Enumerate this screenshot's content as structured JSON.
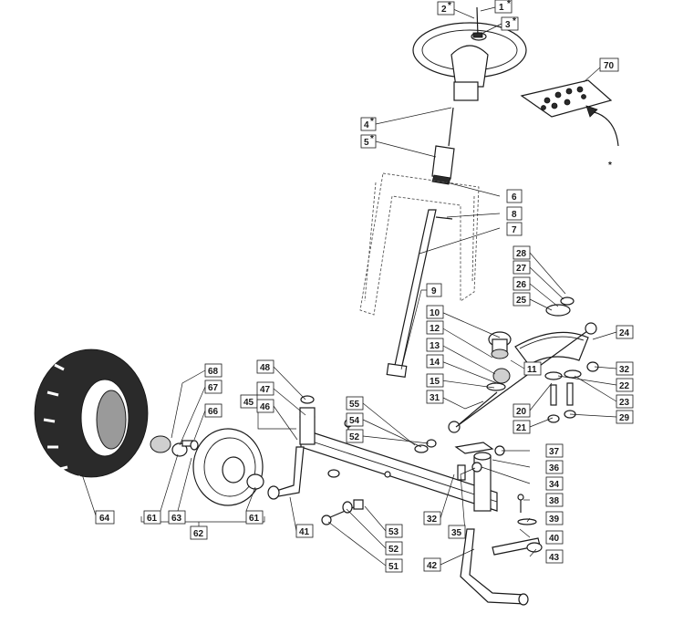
{
  "labels": [
    {
      "id": "1",
      "text": "1",
      "star": true
    },
    {
      "id": "2",
      "text": "2",
      "star": true
    },
    {
      "id": "3",
      "text": "3",
      "star": true
    },
    {
      "id": "4",
      "text": "4",
      "star": true
    },
    {
      "id": "5",
      "text": "5",
      "star": true
    },
    {
      "id": "6",
      "text": "6",
      "star": false
    },
    {
      "id": "7",
      "text": "7",
      "star": false
    },
    {
      "id": "8",
      "text": "8",
      "star": false
    },
    {
      "id": "9",
      "text": "9",
      "star": false
    },
    {
      "id": "10",
      "text": "10",
      "star": false
    },
    {
      "id": "11",
      "text": "11",
      "star": false
    },
    {
      "id": "12",
      "text": "12",
      "star": false
    },
    {
      "id": "13",
      "text": "13",
      "star": false
    },
    {
      "id": "14",
      "text": "14",
      "star": false
    },
    {
      "id": "15",
      "text": "15",
      "star": false
    },
    {
      "id": "20",
      "text": "20",
      "star": false
    },
    {
      "id": "21",
      "text": "21",
      "star": false
    },
    {
      "id": "22",
      "text": "22",
      "star": false
    },
    {
      "id": "23",
      "text": "23",
      "star": false
    },
    {
      "id": "24",
      "text": "24",
      "star": false
    },
    {
      "id": "25",
      "text": "25",
      "star": false
    },
    {
      "id": "26",
      "text": "26",
      "star": false
    },
    {
      "id": "27",
      "text": "27",
      "star": false
    },
    {
      "id": "28",
      "text": "28",
      "star": false
    },
    {
      "id": "29",
      "text": "29",
      "star": false
    },
    {
      "id": "31",
      "text": "31",
      "star": false
    },
    {
      "id": "32a",
      "text": "32",
      "star": false
    },
    {
      "id": "32b",
      "text": "32",
      "star": false
    },
    {
      "id": "34",
      "text": "34",
      "star": false
    },
    {
      "id": "35",
      "text": "35",
      "star": false
    },
    {
      "id": "36",
      "text": "36",
      "star": false
    },
    {
      "id": "37",
      "text": "37",
      "star": false
    },
    {
      "id": "38",
      "text": "38",
      "star": false
    },
    {
      "id": "39",
      "text": "39",
      "star": false
    },
    {
      "id": "40",
      "text": "40",
      "star": false
    },
    {
      "id": "41",
      "text": "41",
      "star": false
    },
    {
      "id": "42",
      "text": "42",
      "star": false
    },
    {
      "id": "43",
      "text": "43",
      "star": false
    },
    {
      "id": "45",
      "text": "45",
      "star": false
    },
    {
      "id": "46",
      "text": "46",
      "star": false
    },
    {
      "id": "47",
      "text": "47",
      "star": false
    },
    {
      "id": "48",
      "text": "48",
      "star": false
    },
    {
      "id": "51",
      "text": "51",
      "star": false
    },
    {
      "id": "52a",
      "text": "52",
      "star": false
    },
    {
      "id": "52b",
      "text": "52",
      "star": false
    },
    {
      "id": "53",
      "text": "53",
      "star": false
    },
    {
      "id": "54",
      "text": "54",
      "star": false
    },
    {
      "id": "55",
      "text": "55",
      "star": false
    },
    {
      "id": "61a",
      "text": "61",
      "star": false
    },
    {
      "id": "61b",
      "text": "61",
      "star": false
    },
    {
      "id": "62",
      "text": "62",
      "star": false
    },
    {
      "id": "63",
      "text": "63",
      "star": false
    },
    {
      "id": "64",
      "text": "64",
      "star": false
    },
    {
      "id": "66",
      "text": "66",
      "star": false
    },
    {
      "id": "67",
      "text": "67",
      "star": false
    },
    {
      "id": "68",
      "text": "68",
      "star": false
    },
    {
      "id": "70",
      "text": "70",
      "star": false
    }
  ],
  "kit_marker": "*",
  "colors": {
    "line": "#1a1a1a",
    "background": "#ffffff",
    "tire": "#2a2a2a"
  }
}
